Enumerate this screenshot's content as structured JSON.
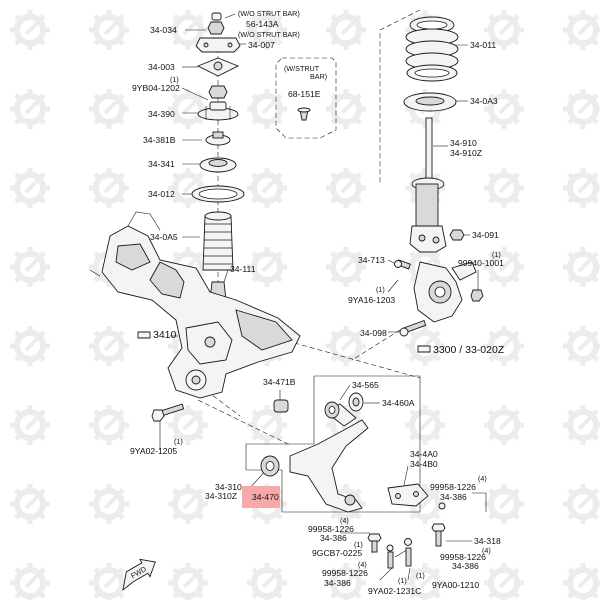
{
  "diagram": {
    "parts": [
      {
        "id": "p1",
        "text": "34-034"
      },
      {
        "id": "p2",
        "text": "(W/O STRUT BAR)"
      },
      {
        "id": "p3",
        "text": "56-143A"
      },
      {
        "id": "p4",
        "text": "(W/O STRUT BAR)"
      },
      {
        "id": "p5",
        "text": "34-007"
      },
      {
        "id": "p6",
        "text": "34-003"
      },
      {
        "id": "p7",
        "text": "(1)"
      },
      {
        "id": "p8",
        "text": "9YB04-1202"
      },
      {
        "id": "p9",
        "text": "34-390"
      },
      {
        "id": "p10",
        "text": "34-381B"
      },
      {
        "id": "p11",
        "text": "34-341"
      },
      {
        "id": "p12",
        "text": "34-012"
      },
      {
        "id": "p13",
        "text": "34-0A5"
      },
      {
        "id": "p14",
        "text": "34-111"
      },
      {
        "id": "p15",
        "text": "(W/STRUT"
      },
      {
        "id": "p16",
        "text": "BAR)"
      },
      {
        "id": "p17",
        "text": "68-151E"
      },
      {
        "id": "p18",
        "text": "34-011"
      },
      {
        "id": "p19",
        "text": "34-0A3"
      },
      {
        "id": "p20",
        "text": "34-910"
      },
      {
        "id": "p21",
        "text": "34-910Z"
      },
      {
        "id": "p22",
        "text": "34-091"
      },
      {
        "id": "p23",
        "text": "34-713"
      },
      {
        "id": "p24",
        "text": "(1)"
      },
      {
        "id": "p25",
        "text": "99940-1001"
      },
      {
        "id": "p26",
        "text": "(1)"
      },
      {
        "id": "p27",
        "text": "9YA16-1203"
      },
      {
        "id": "p28",
        "text": "34-098"
      },
      {
        "id": "p29",
        "text": "3300 / 33-020Z"
      },
      {
        "id": "p30",
        "text": "3410"
      },
      {
        "id": "p31",
        "text": "34-471B"
      },
      {
        "id": "p32",
        "text": "34-565"
      },
      {
        "id": "p33",
        "text": "34-460A"
      },
      {
        "id": "p34",
        "text": "(1)"
      },
      {
        "id": "p35",
        "text": "9YA02-1205"
      },
      {
        "id": "p36",
        "text": "34-4A0"
      },
      {
        "id": "p37",
        "text": "34-4B0"
      },
      {
        "id": "p38",
        "text": "34-310"
      },
      {
        "id": "p39",
        "text": "34-310Z"
      },
      {
        "id": "p40",
        "text": "34-470"
      },
      {
        "id": "p41",
        "text": "(4)"
      },
      {
        "id": "p42",
        "text": "99958-1226"
      },
      {
        "id": "p43",
        "text": "34-386"
      },
      {
        "id": "p44",
        "text": "(4)"
      },
      {
        "id": "p45",
        "text": "99958-1226"
      },
      {
        "id": "p46",
        "text": "34-386"
      },
      {
        "id": "p47",
        "text": "34-318"
      },
      {
        "id": "p48",
        "text": "(1)"
      },
      {
        "id": "p49",
        "text": "9GCB7-0225"
      },
      {
        "id": "p50",
        "text": "(4)"
      },
      {
        "id": "p51",
        "text": "99958-1226"
      },
      {
        "id": "p52",
        "text": "(4)"
      },
      {
        "id": "p53",
        "text": "99958-1226"
      },
      {
        "id": "p54",
        "text": "34-386"
      },
      {
        "id": "p55",
        "text": "34-386"
      },
      {
        "id": "p56",
        "text": "(1)"
      },
      {
        "id": "p57",
        "text": "9YA02-1231C"
      },
      {
        "id": "p58",
        "text": "(1)"
      },
      {
        "id": "p59",
        "text": "9YA00-1210"
      },
      {
        "id": "p60",
        "text": "FWD"
      }
    ],
    "highlight_color": "#f7a9a9",
    "watermark_icon": "gear-wrench-icon"
  }
}
